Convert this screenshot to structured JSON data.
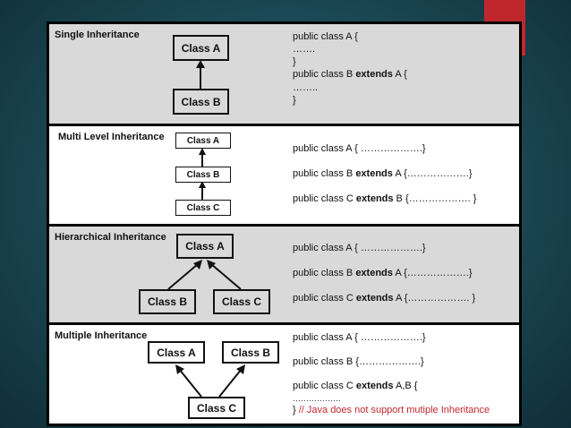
{
  "colors": {
    "accent": "#c0272d",
    "row_gray": "#d9d9d9",
    "row_white": "#ffffff"
  },
  "sections": [
    {
      "title": "Single Inheritance",
      "classes": [
        "Class A",
        "Class B"
      ],
      "code": [
        {
          "pre": "public class A {",
          "kw": "",
          "post": ""
        },
        {
          "pre": "     …….",
          "kw": "",
          "post": ""
        },
        {
          "pre": "}",
          "kw": "",
          "post": ""
        },
        {
          "pre": "public class B ",
          "kw": "extends",
          "post": " A {"
        },
        {
          "pre": "     ……..",
          "kw": "",
          "post": ""
        },
        {
          "pre": "}",
          "kw": "",
          "post": ""
        }
      ]
    },
    {
      "title": "Multi Level Inheritance",
      "classes": [
        "Class A",
        "Class B",
        "Class C"
      ],
      "code": [
        {
          "pre": "public class A { ……………….}",
          "kw": "",
          "post": ""
        },
        {
          "pre": "public class B ",
          "kw": "extends",
          "post": " A {……………….}"
        },
        {
          "pre": "public class C ",
          "kw": "extends",
          "post": "  B {………………. }"
        }
      ]
    },
    {
      "title": "Hierarchical Inheritance",
      "classes": [
        "Class A",
        "Class B",
        "Class C"
      ],
      "code": [
        {
          "pre": "public class A { ……………….}",
          "kw": "",
          "post": ""
        },
        {
          "pre": "public class B ",
          "kw": "extends",
          "post": " A {……………….}"
        },
        {
          "pre": "public class C ",
          "kw": "extends",
          "post": " A {………………. }"
        }
      ]
    },
    {
      "title": "Multiple Inheritance",
      "classes": [
        "Class A",
        "Class B",
        "Class C"
      ],
      "code": [
        {
          "pre": "public class A { ……………….}",
          "kw": "",
          "post": ""
        },
        {
          "pre": "public class B {……………….}",
          "kw": "",
          "post": ""
        },
        {
          "pre": "public class C ",
          "kw": "extends",
          "post": "  A,B {"
        },
        {
          "pre": "     ………………",
          "kw": "",
          "post": ""
        }
      ],
      "note_prefix": "} ",
      "note": "// Java does not support mutiple Inheritance"
    }
  ]
}
